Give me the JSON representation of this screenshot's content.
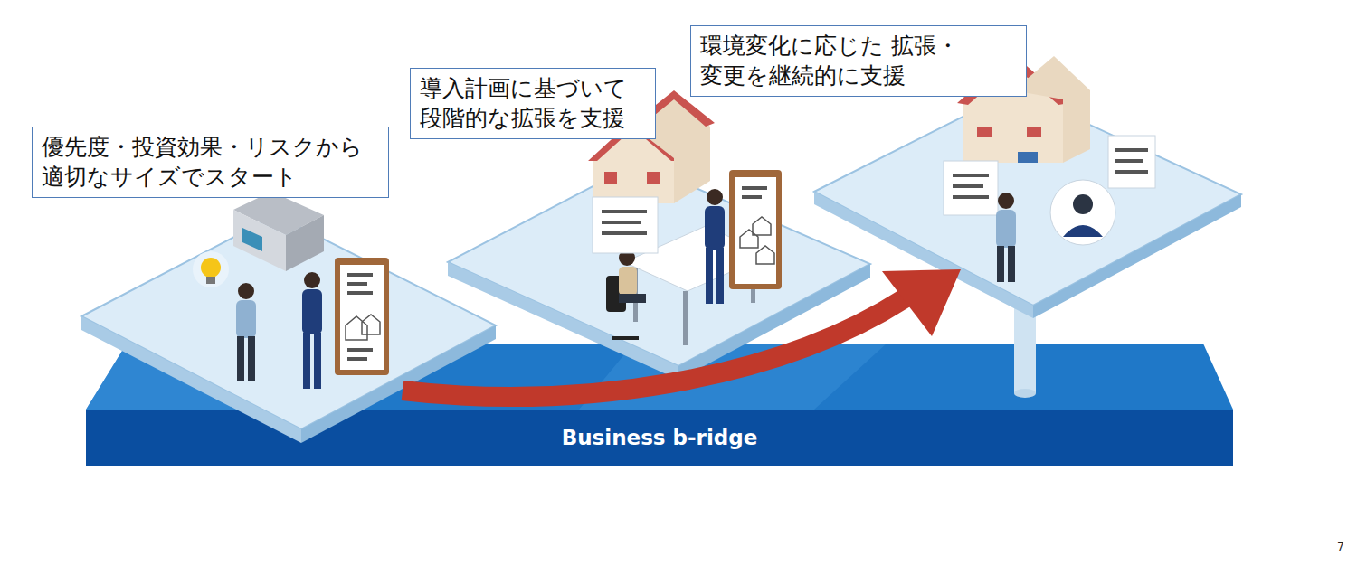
{
  "diagram": {
    "nodes": [
      {
        "text": [
          "優先度・投資効果・リスクから 適切なサイズでスタート"
        ]
      },
      {
        "text": [
          "導入計画に基づいて 段階的な拡張を支援"
        ]
      },
      {
        "text": [
          "環境変化に応じた 拡張・変更を継続的に支援"
        ]
      },
      {
        "text": [
          "Business b-ridge"
        ]
      }
    ],
    "labels": [
      "7"
    ]
  }
}
